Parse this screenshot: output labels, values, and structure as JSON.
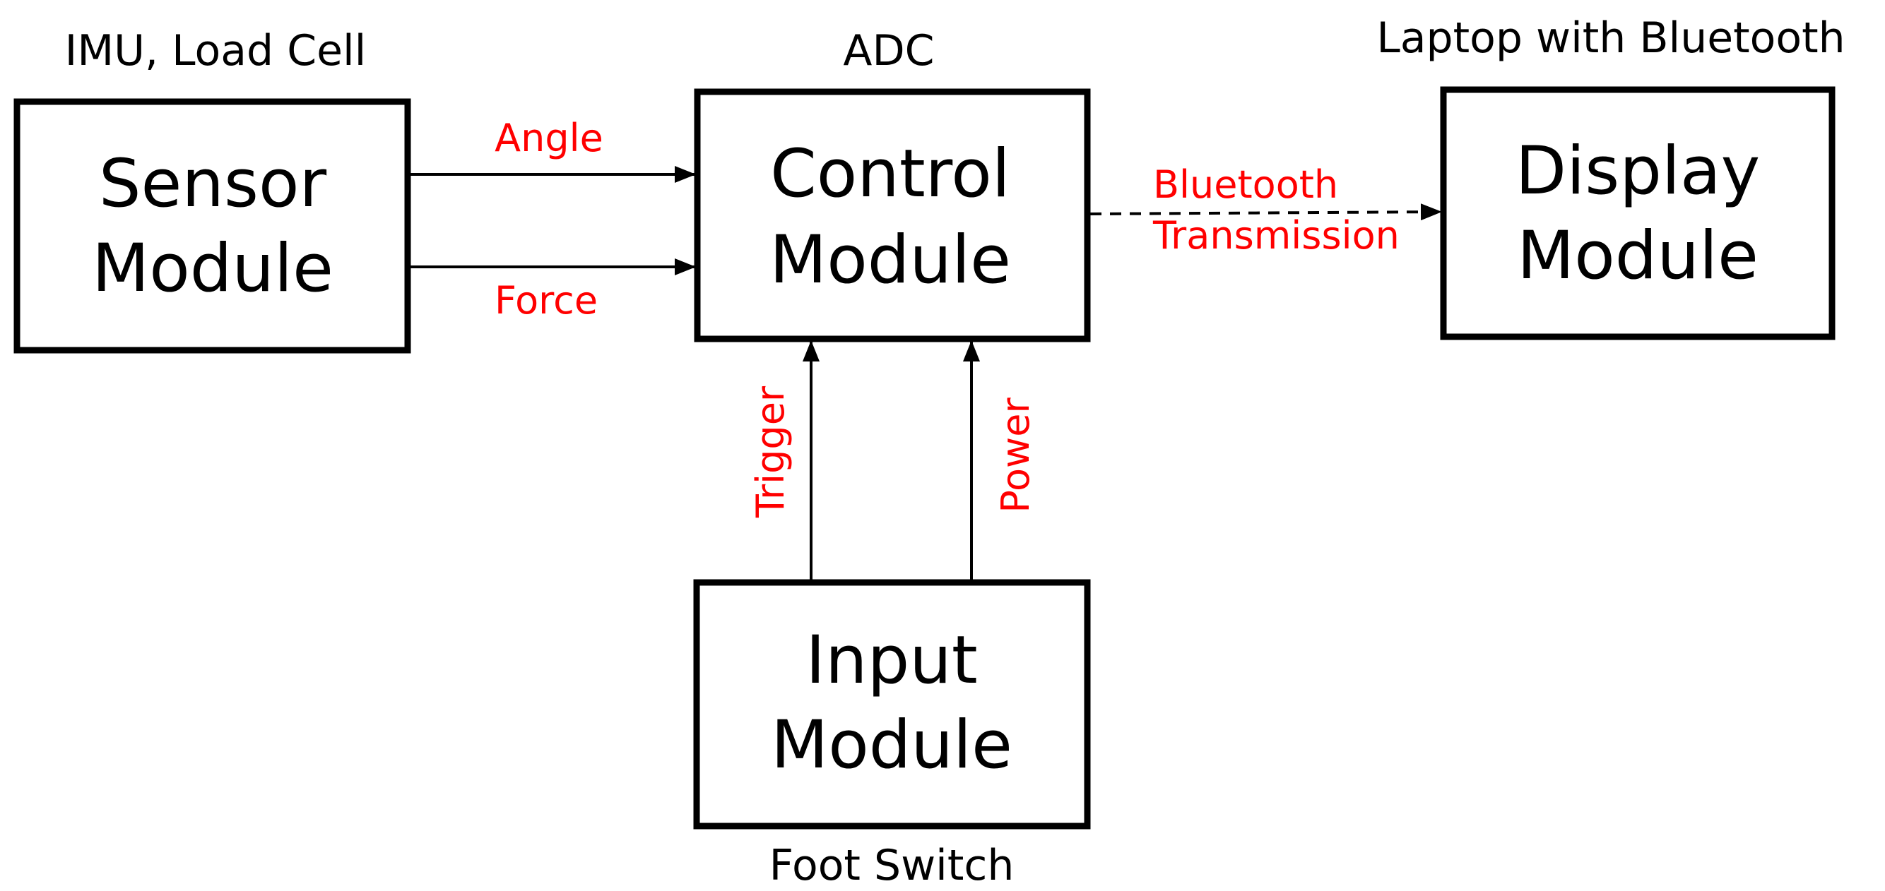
{
  "colors": {
    "box_stroke": "#000000",
    "signal_label": "#ff0000",
    "text": "#000000"
  },
  "modules": {
    "sensor": {
      "line1": "Sensor",
      "line2": "Module",
      "caption": "IMU, Load Cell"
    },
    "control": {
      "line1": "Control",
      "line2": "Module",
      "caption": "ADC"
    },
    "display": {
      "line1": "Display",
      "line2": "Module",
      "caption": "Laptop with Bluetooth"
    },
    "input": {
      "line1": "Input",
      "line2": "Module",
      "caption": "Foot Switch"
    }
  },
  "signals": {
    "angle": "Angle",
    "force": "Force",
    "bluetooth_line1": "Bluetooth",
    "bluetooth_line2": "Transmission",
    "trigger": "Trigger",
    "power": "Power"
  }
}
